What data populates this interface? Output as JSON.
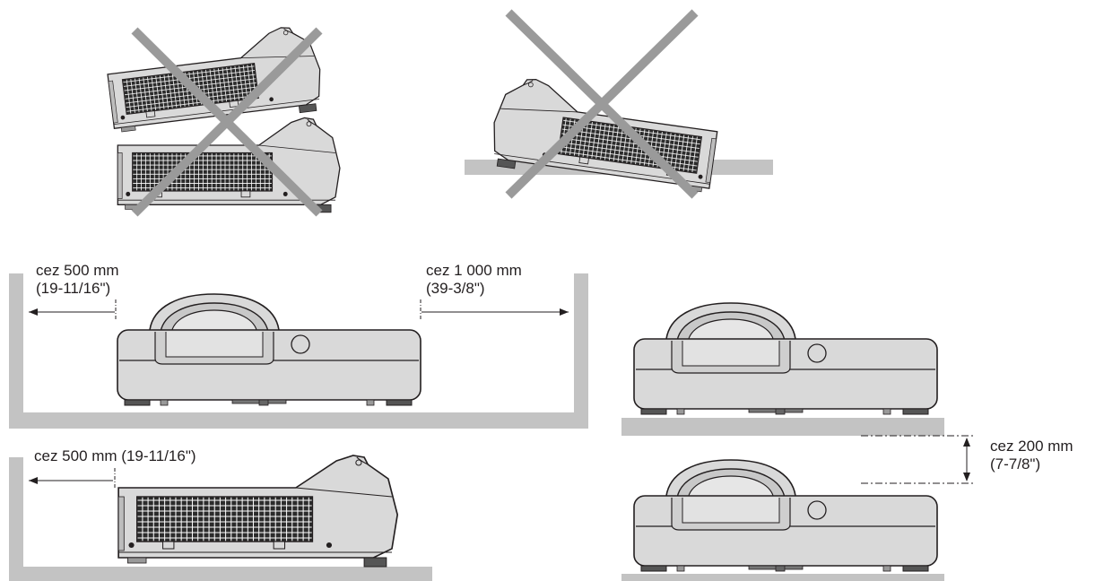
{
  "labels": {
    "left_clearance": {
      "line1": "cez 500 mm",
      "line2": "(19-11/16\")"
    },
    "right_clearance": {
      "line1": "cez 1 000 mm",
      "line2": "(39-3/8\")"
    },
    "side_clearance": {
      "text": "cez 500 mm (19-11/16\")"
    },
    "vertical_clearance": {
      "line1": "cez 200 mm",
      "line2": "(7-7/8\")"
    }
  },
  "colors": {
    "body": "#d9d9d9",
    "body_dark": "#c8c8c8",
    "outline": "#231f20",
    "floor": "#c3c3c3",
    "cross": "#9a9a9a",
    "vent": "#2b2b2b"
  }
}
